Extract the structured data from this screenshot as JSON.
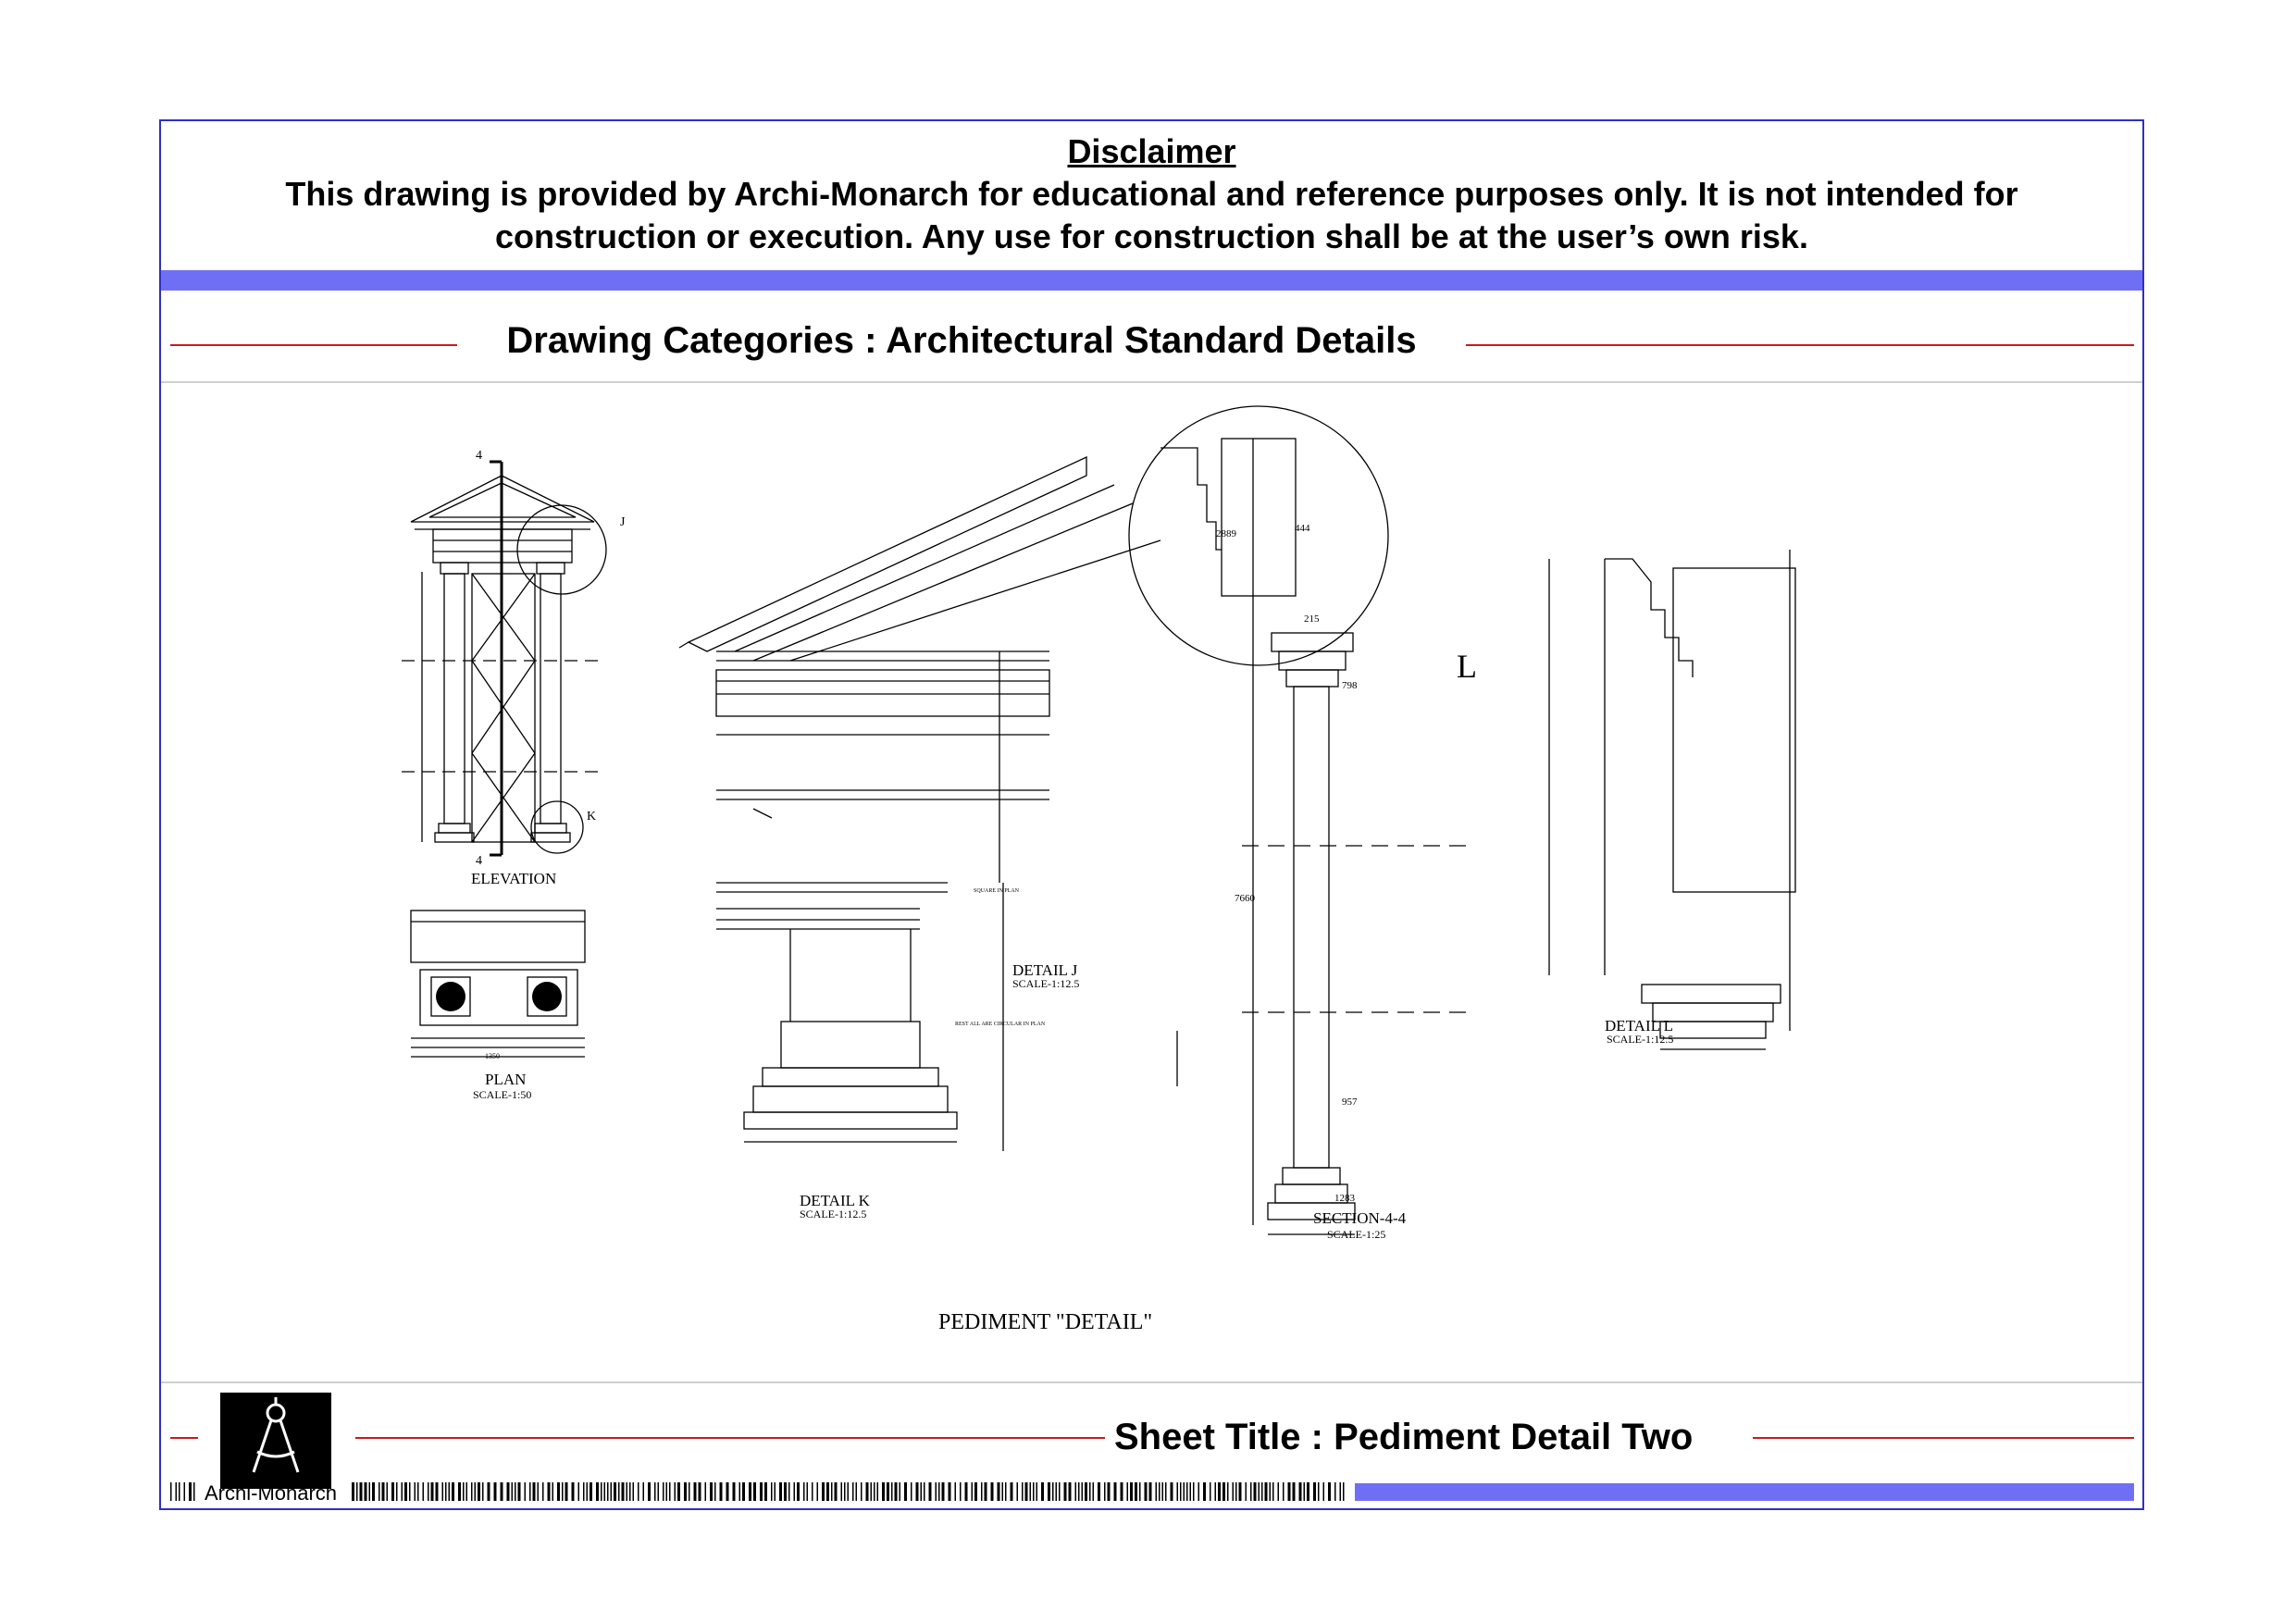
{
  "disclaimer": {
    "title": "Disclaimer",
    "text": "This drawing is provided by Archi-Monarch for educational and reference purposes only. It is not intended for construction or execution. Any use for construction shall be at the user’s own risk."
  },
  "category_title": "Drawing Categories : Architectural Standard Details",
  "drawing": {
    "main_title": "PEDIMENT \"DETAIL\"",
    "elevation_label": "ELEVATION",
    "plan_label": "PLAN",
    "plan_scale": "SCALE-1:50",
    "detail_j_label": "DETAIL J",
    "detail_j_scale": "SCALE-1:12.5",
    "detail_k_label": "DETAIL K",
    "detail_k_scale": "SCALE-1:12.5",
    "section_label": "SECTION-4-4",
    "section_scale": "SCALE-1:25",
    "detail_l_label": "DETAIL L",
    "detail_l_scale": "SCALE-1:12.5",
    "callout_j": "J",
    "callout_k": "K",
    "callout_l": "L",
    "section_mark": "4",
    "dims": {
      "d2889": "2889",
      "d444": "444",
      "d215": "215",
      "d798": "798",
      "d7660": "7660",
      "d957": "957",
      "d1283": "1283",
      "d1350": "1350"
    },
    "notes": {
      "square_plan": "SQUARE IN PLAN",
      "rest_circular": "REST ALL ARE CIRCULAR IN PLAN"
    }
  },
  "footer": {
    "sheet_title": "Sheet Title : Pediment Detail Two",
    "brand": "Archi-Monarch"
  }
}
